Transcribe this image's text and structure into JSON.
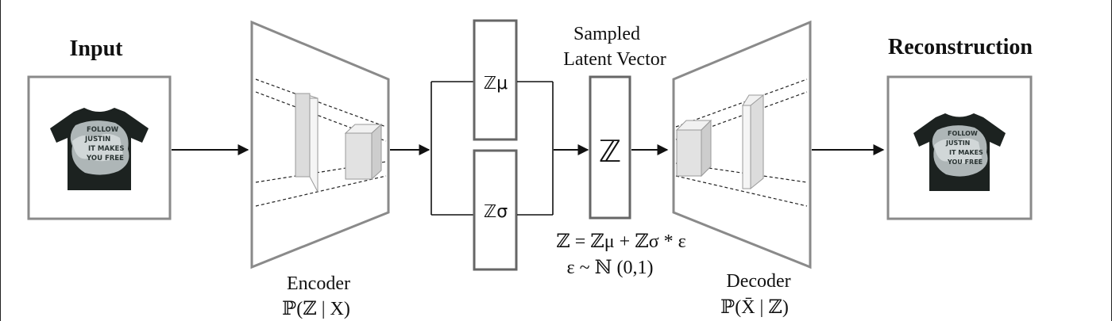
{
  "input": {
    "title": "Input",
    "shirt_text": [
      "FOLLOW",
      "JUSTIN",
      "IT MAKES",
      "YOU FREE"
    ]
  },
  "output": {
    "title": "Reconstruction",
    "shirt_text": [
      "FOLLOW",
      "JUSTIN",
      "IT MAKES",
      "YOU FREE"
    ]
  },
  "encoder": {
    "label": "Encoder",
    "formula": "ℙ(ℤ | X)"
  },
  "decoder": {
    "label": "Decoder",
    "formula": "ℙ(X̄ | ℤ)"
  },
  "latent": {
    "mu_label": "ℤμ",
    "sigma_label": "ℤσ",
    "z_label": "ℤ",
    "sampled_title_line1": "Sampled",
    "sampled_title_line2": "Latent Vector",
    "equation_line1": "ℤ = ℤμ + ℤσ * ε",
    "equation_line2": "ε ~ ℕ (0,1)"
  },
  "colors": {
    "box_stroke": "#8a8a8a",
    "block_stroke": "#6a6a6a",
    "arrow": "#111111",
    "shirt": "#1c2220",
    "shirt_print": "#c8d0d2",
    "prism_face": "#e2e2e2",
    "prism_side": "#cdcdcd",
    "prism_top": "#f1f1f1"
  }
}
